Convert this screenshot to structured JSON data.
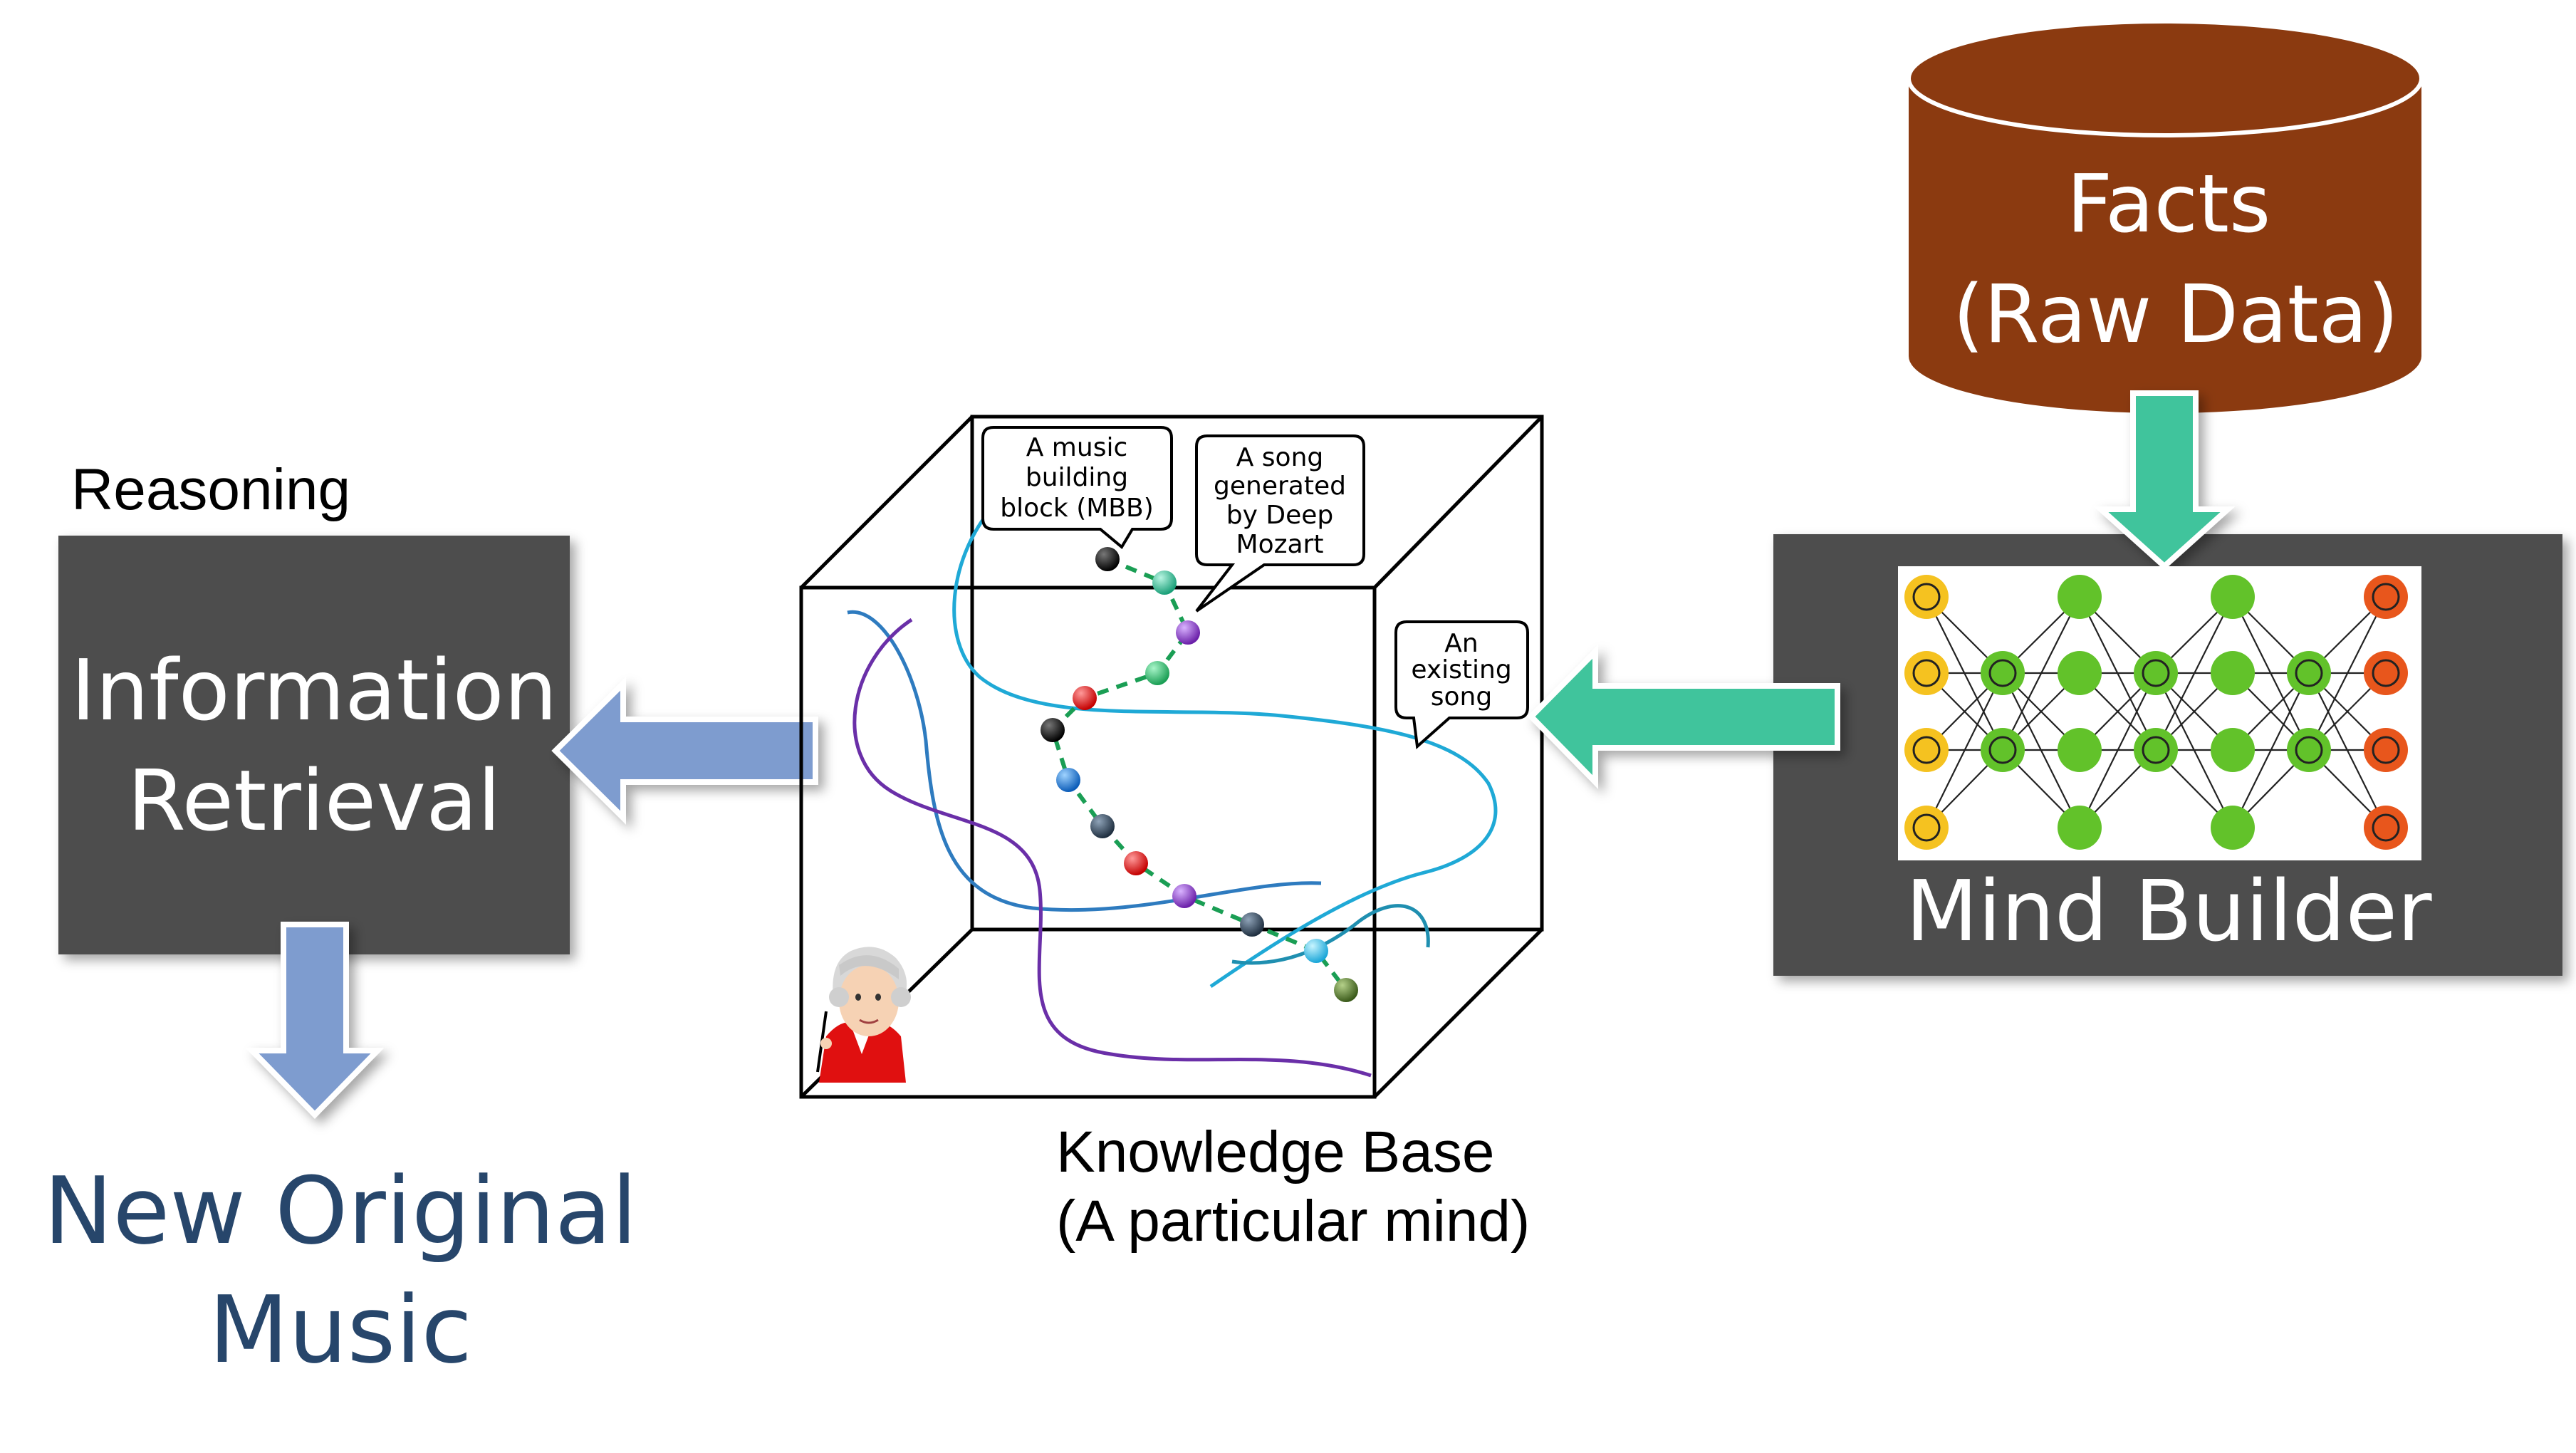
{
  "reasoning_label": "Reasoning",
  "info_retrieval": {
    "line1": "Information",
    "line2": "Retrieval"
  },
  "new_music": {
    "line1": "New Original",
    "line2": "Music"
  },
  "knowledge_base": {
    "line1": "Knowledge Base",
    "line2": "(A particular mind)"
  },
  "facts": {
    "line1": "Facts",
    "line2": "(Raw Data)"
  },
  "mind_builder": "Mind Builder",
  "callouts": {
    "mbb": [
      "A music",
      "building",
      "block (MBB)"
    ],
    "song_generated": [
      "A song",
      "generated",
      "by Deep",
      "Mozart"
    ],
    "existing_song": [
      "An",
      "existing",
      "song"
    ]
  },
  "colors": {
    "box_dark": "#4d4d4d",
    "db_brown": "#8b3a10",
    "arrow_blue": "#7e9ccf",
    "arrow_green": "#3fc49c",
    "title_navy": "#27466b",
    "nn_yellow": "#f5c220",
    "nn_green": "#62c22a",
    "nn_orange": "#e8561c"
  }
}
